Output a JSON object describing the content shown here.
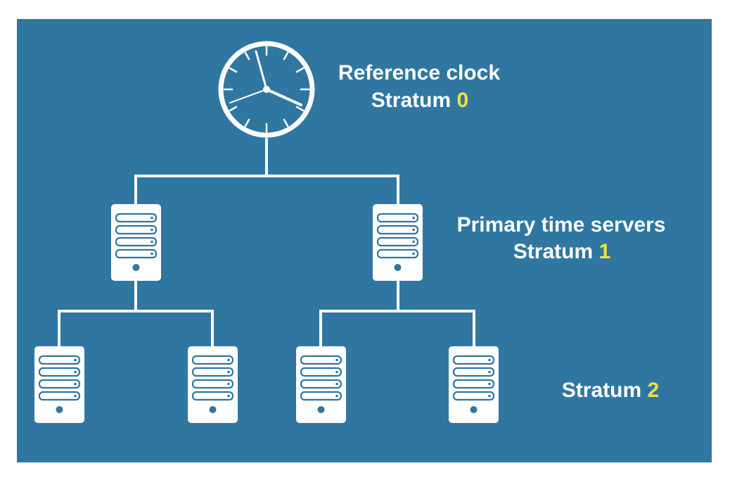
{
  "colors": {
    "background": "#2f77a0",
    "foreground": "#ffffff",
    "highlight": "#f3e23a"
  },
  "levels": [
    {
      "title": "Reference clock",
      "stratum_word": "Stratum",
      "stratum_number": "0",
      "icon": "clock-icon"
    },
    {
      "title": "Primary time servers",
      "stratum_word": "Stratum",
      "stratum_number": "1",
      "icon": "server-icon"
    },
    {
      "title": "",
      "stratum_word": "Stratum",
      "stratum_number": "2",
      "icon": "server-icon"
    }
  ]
}
